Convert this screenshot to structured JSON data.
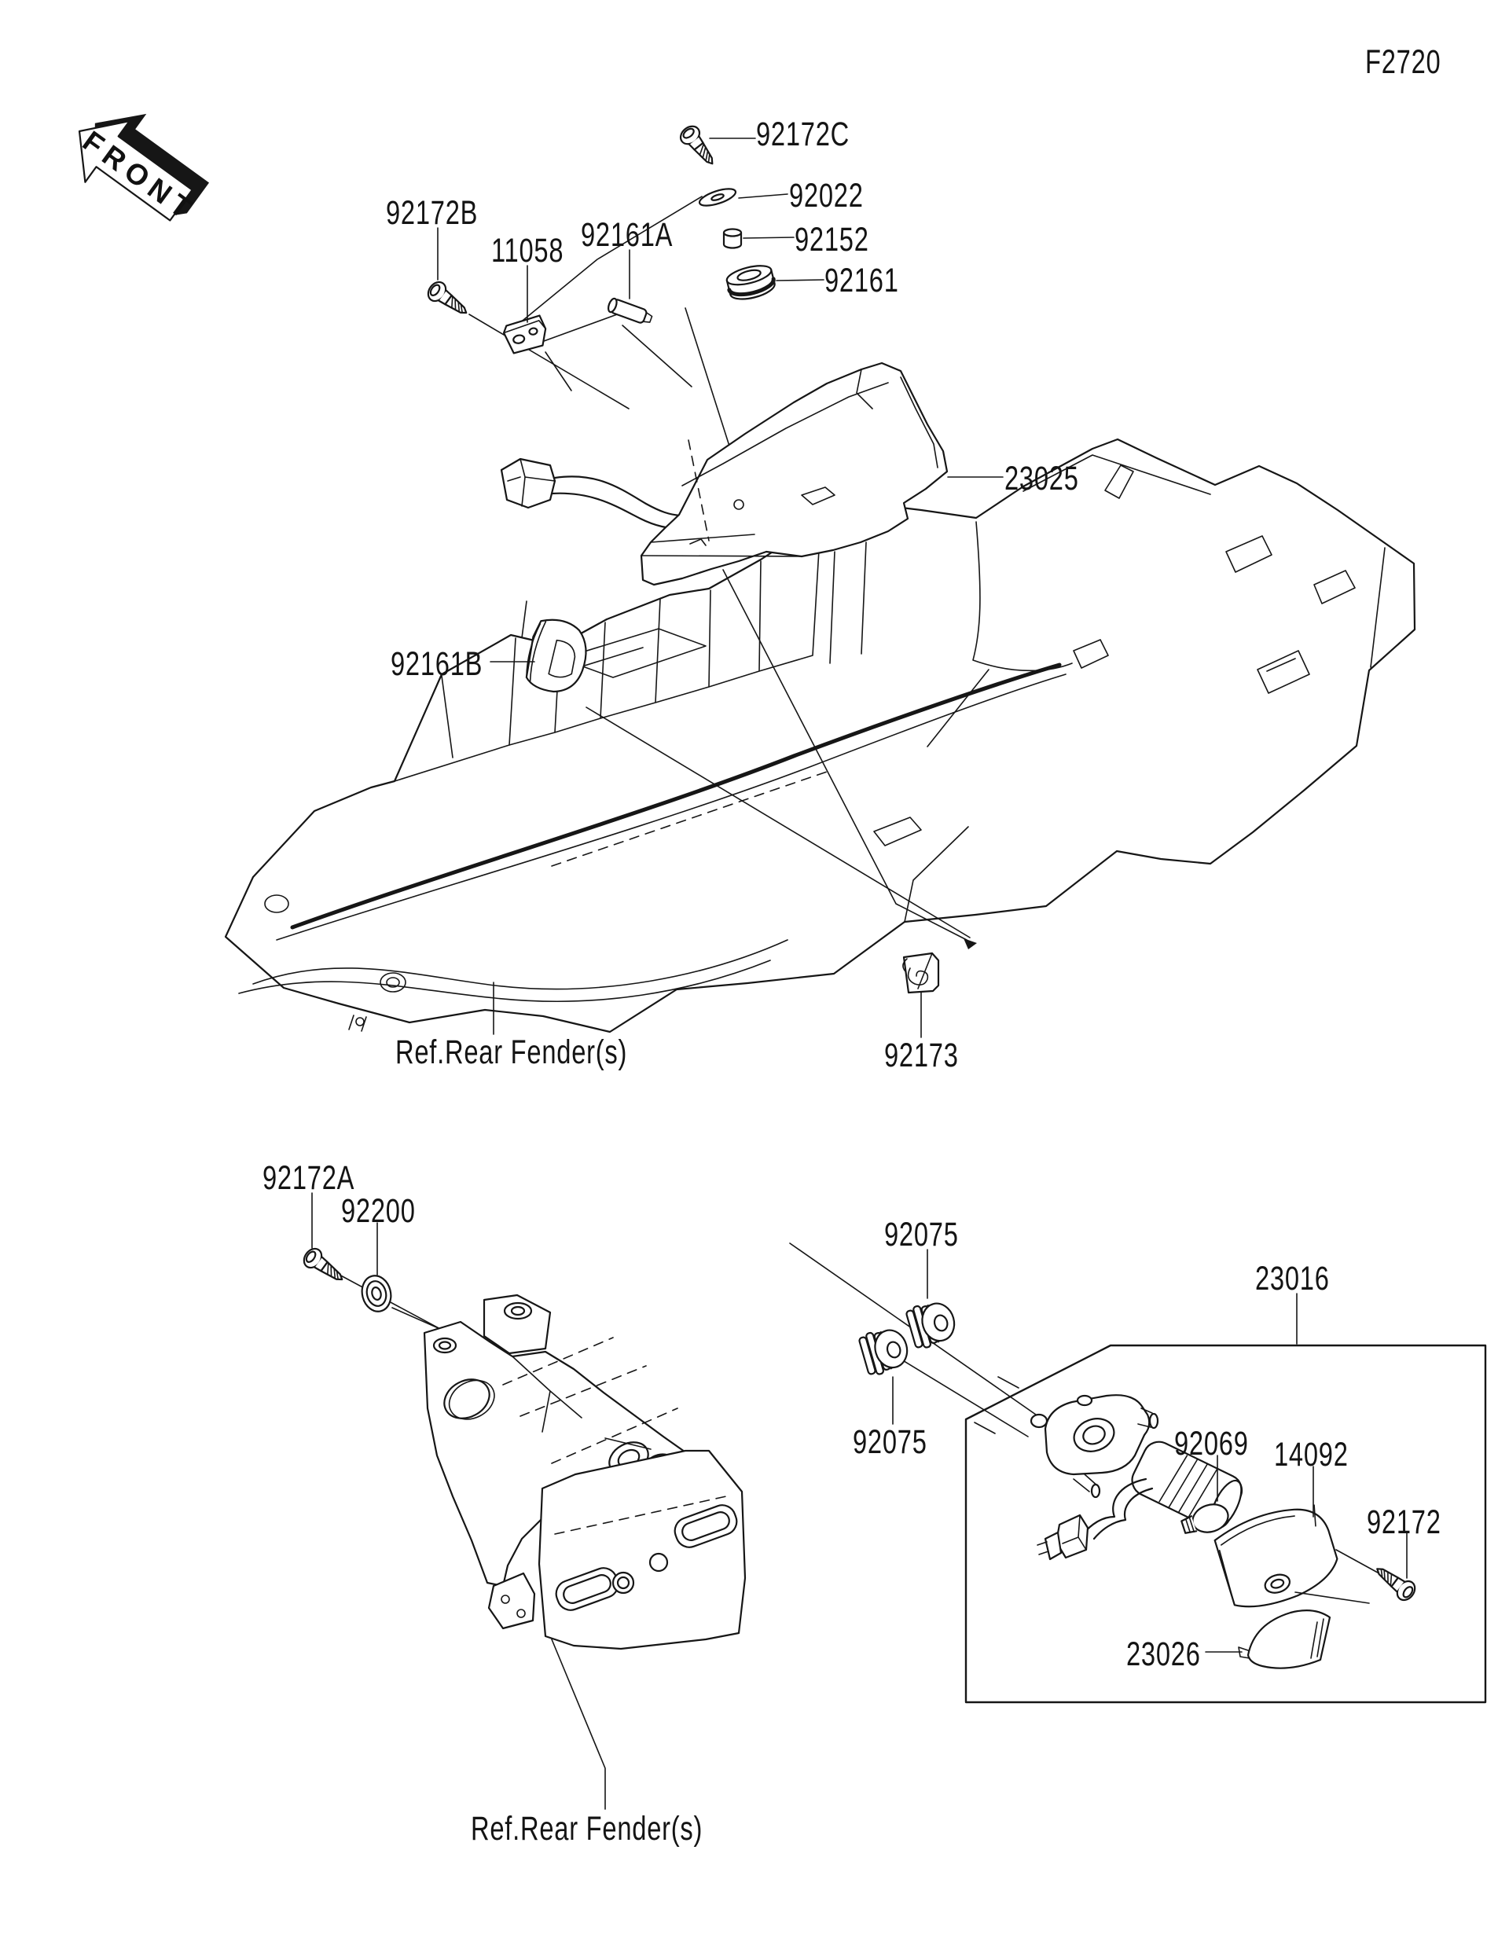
{
  "figure": {
    "code": "F2720",
    "front_arrow": "FRONT"
  },
  "references": {
    "mid_fender": "Ref.Rear Fender(s)",
    "bottom_fender": "Ref.Rear Fender(s)"
  },
  "labels": {
    "p92172C": "92172C",
    "p92022": "92022",
    "p92152": "92152",
    "p92161": "92161",
    "p92172B": "92172B",
    "p11058": "11058",
    "p92161A": "92161A",
    "p23025": "23025",
    "p92161B": "92161B",
    "p92173": "92173",
    "p92172A": "92172A",
    "p92200": "92200",
    "p92075_upper": "92075",
    "p92075_lower": "92075",
    "p23016": "23016",
    "p92069": "92069",
    "p14092": "14092",
    "p92172": "92172",
    "p23026": "23026"
  }
}
